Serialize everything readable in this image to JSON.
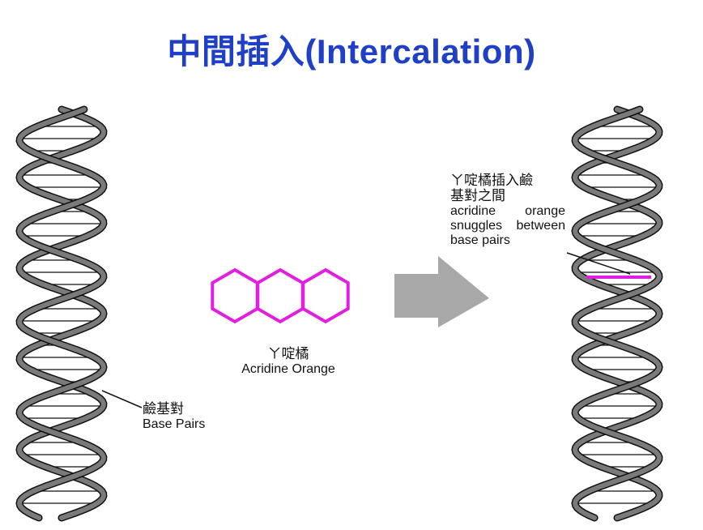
{
  "title": {
    "chinese": "中間插入",
    "english": "(Intercalation)"
  },
  "colors": {
    "title": "#1f3fc6",
    "molecule": "#e01fe0",
    "arrow": "#a8a8a8",
    "strand": "#7a7a7a",
    "outline": "#111111"
  },
  "labels": {
    "base_pairs_zh": "鹼基對",
    "base_pairs_en": "Base Pairs",
    "acridine_zh": "ㄚ啶橘",
    "acridine_en": "Acridine Orange",
    "intercalate_zh_1": "ㄚ啶橘插入鹼",
    "intercalate_zh_2": "基對之間",
    "intercalate_en_1": "acridine orange",
    "intercalate_en_2": "snuggles between",
    "intercalate_en_3": "base pairs"
  }
}
